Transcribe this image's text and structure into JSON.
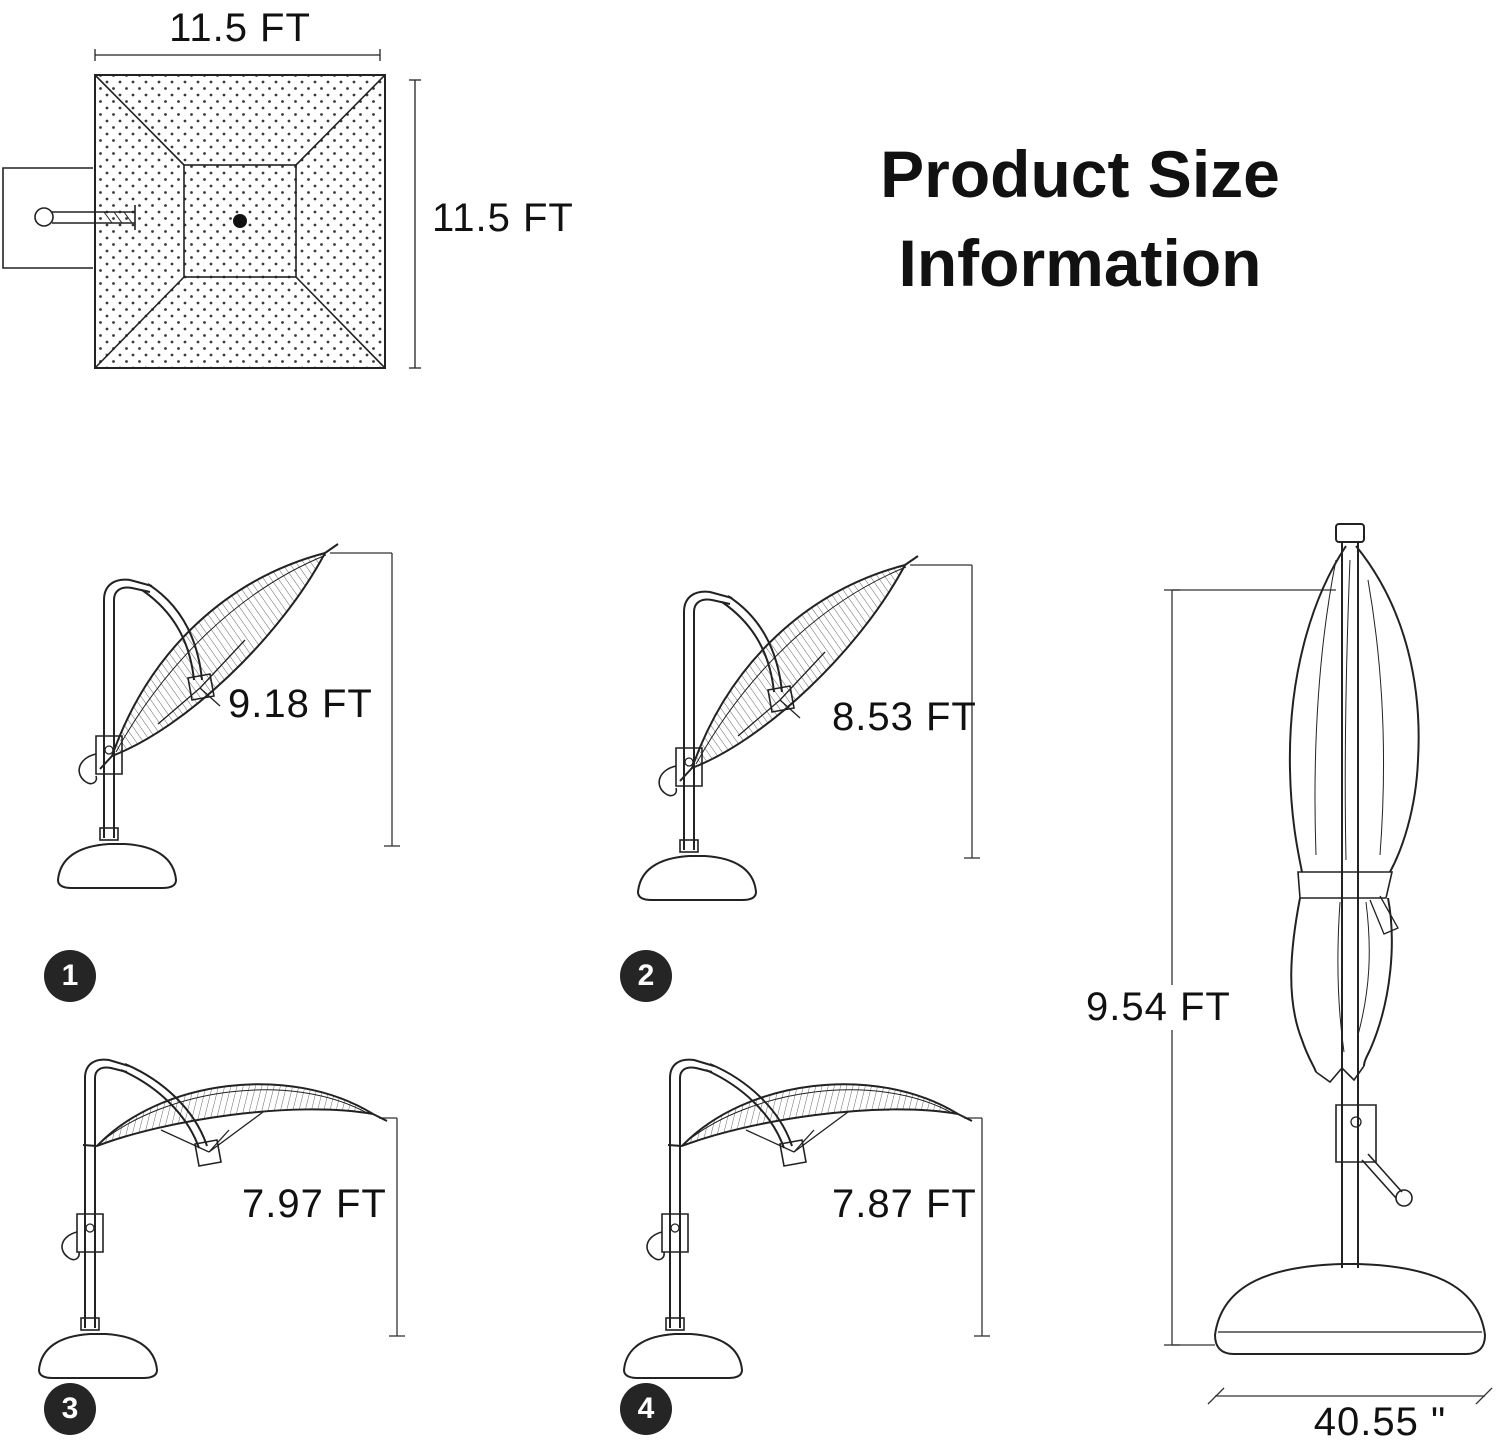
{
  "title": {
    "line1": "Product Size",
    "line2": "Information"
  },
  "top_view": {
    "width_label": "11.5 FT",
    "height_label": "11.5 FT"
  },
  "diagrams": [
    {
      "number": "1",
      "height_label": "9.18 FT"
    },
    {
      "number": "2",
      "height_label": "8.53 FT"
    },
    {
      "number": "3",
      "height_label": "7.97 FT"
    },
    {
      "number": "4",
      "height_label": "7.87 FT"
    }
  ],
  "closed_view": {
    "height_label": "9.54 FT",
    "base_width_label": "40.55 \""
  }
}
